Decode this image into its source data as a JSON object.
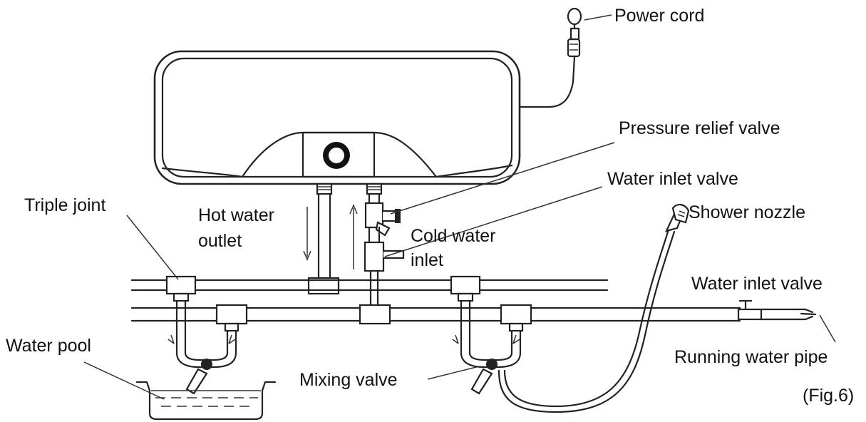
{
  "labels": {
    "power_cord": "Power cord",
    "pressure_relief_valve": "Pressure relief valve",
    "water_inlet_valve_top": "Water inlet valve",
    "triple_joint": "Triple joint",
    "hot_water_outlet_1": "Hot water",
    "hot_water_outlet_2": "outlet",
    "shower_nozzle": "Shower nozzle",
    "cold_water_inlet_1": "Cold water",
    "cold_water_inlet_2": "inlet",
    "water_inlet_valve_right": "Water inlet valve",
    "water_pool": "Water pool",
    "running_water_pipe": "Running  water pipe",
    "mixing_valve": "Mixing valve",
    "figure_caption": "(Fig.6)"
  }
}
